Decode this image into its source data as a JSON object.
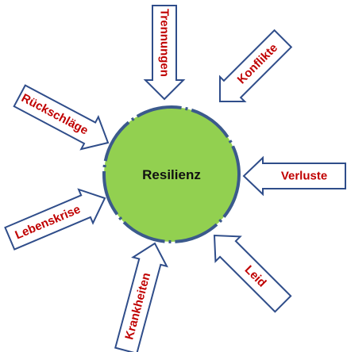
{
  "center": {
    "label": "Resilienz",
    "fill_color": "#92d050",
    "border_color": "#3b5a8c"
  },
  "arrow_style": {
    "fill_color": "#ffffff",
    "stroke_color": "#2f4d8a",
    "text_color": "#c00000"
  },
  "arrows": [
    {
      "id": "trennungen",
      "label": "Trennungen"
    },
    {
      "id": "konflikte",
      "label": "Konflikte"
    },
    {
      "id": "verluste",
      "label": "Verluste"
    },
    {
      "id": "leid",
      "label": "Leid"
    },
    {
      "id": "krankheiten",
      "label": "Krankheiten"
    },
    {
      "id": "lebenskrise",
      "label": "Lebenskrise"
    },
    {
      "id": "rueckschlaege",
      "label": "Rückschläge"
    }
  ]
}
